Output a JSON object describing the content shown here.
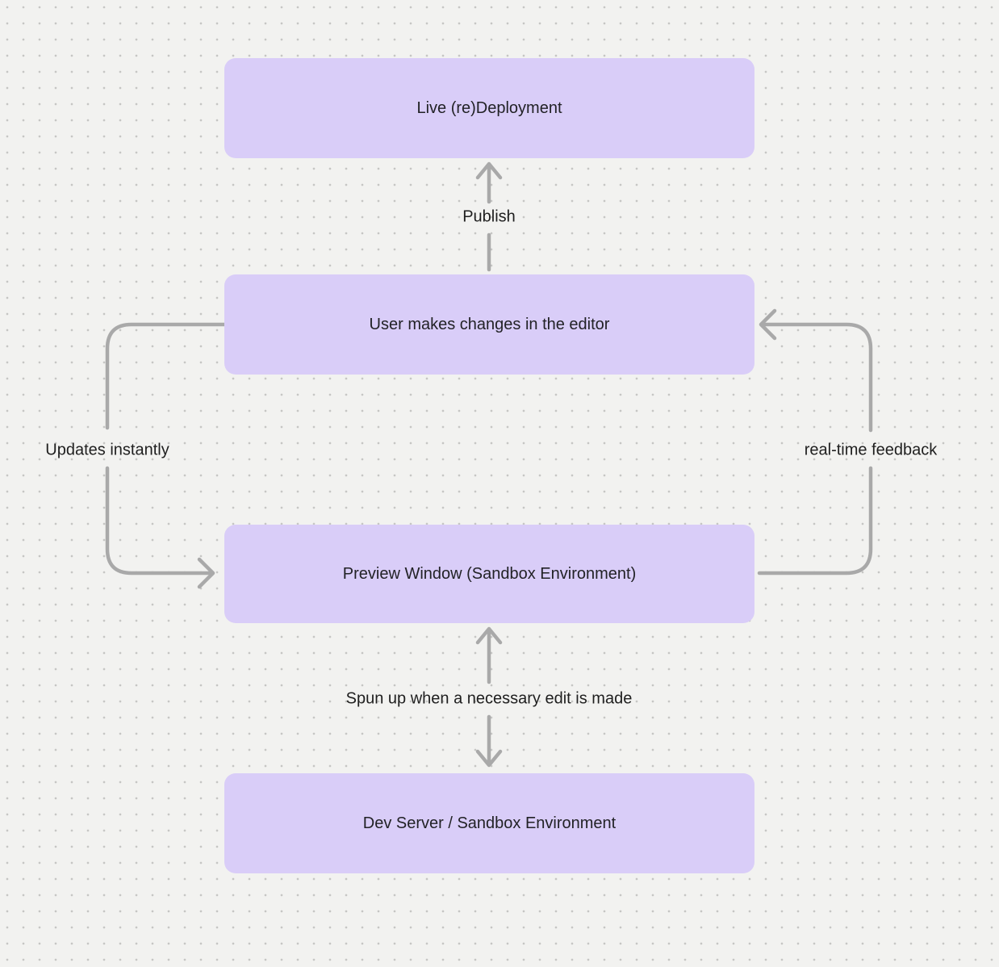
{
  "diagram": {
    "title": "editor deployment flow",
    "nodes": [
      {
        "id": "live-deployment",
        "label": "Live (re)Deployment"
      },
      {
        "id": "user-changes",
        "label": "User makes changes in the editor"
      },
      {
        "id": "preview-window",
        "label": "Preview Window (Sandbox Environment)"
      },
      {
        "id": "dev-server",
        "label": "Dev Server / Sandbox Environment"
      }
    ],
    "edges": [
      {
        "id": "publish",
        "label": "Publish",
        "from": "user-changes",
        "to": "live-deployment",
        "direction": "up"
      },
      {
        "id": "updates-instantly",
        "label": "Updates instantly",
        "from": "user-changes",
        "to": "preview-window",
        "direction": "left-loop-down"
      },
      {
        "id": "real-time-feedback",
        "label": "real-time feedback",
        "from": "preview-window",
        "to": "user-changes",
        "direction": "right-loop-up"
      },
      {
        "id": "spun-up",
        "label": "Spun up when a necessary edit is made",
        "from": "preview-window",
        "to": "dev-server",
        "direction": "both"
      }
    ]
  },
  "colors": {
    "background": "#f2f2f0",
    "dot": "#c6c6c4",
    "node_fill": "#d9cdf8",
    "node_text": "#222226",
    "arrow": "#a9a9a9",
    "label_text": "#1f1f1f"
  }
}
